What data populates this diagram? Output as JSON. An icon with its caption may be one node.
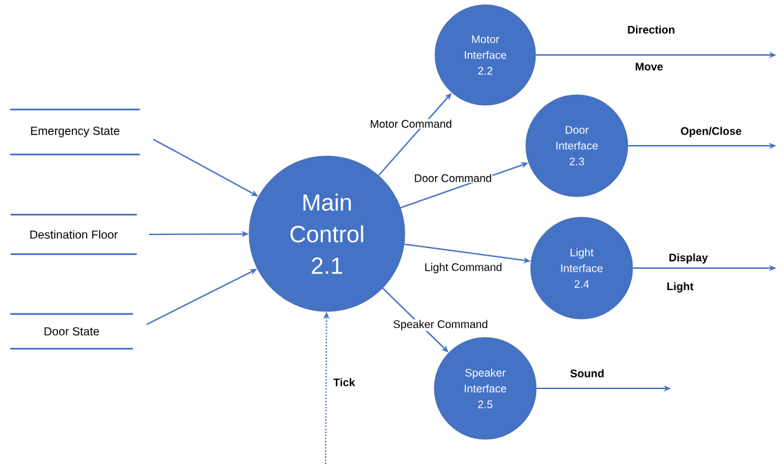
{
  "diagram": {
    "nodes": [
      {
        "text": [
          "Emergency State"
        ]
      },
      {
        "text": [
          "Destination Floor"
        ]
      },
      {
        "text": [
          "Door State"
        ]
      },
      {
        "text": [
          "Main Control",
          "2.1"
        ]
      },
      {
        "text": [
          "Motor Interface",
          "2.2"
        ]
      },
      {
        "text": [
          "Door Interface",
          "2.3"
        ]
      },
      {
        "text": [
          "Light Interface",
          "2.4"
        ]
      },
      {
        "text": [
          "Speaker Interface",
          "2.5"
        ]
      }
    ],
    "edges": [
      {
        "from": 0,
        "to": 3,
        "arrow": "to"
      },
      {
        "from": 1,
        "to": 3,
        "arrow": "to"
      },
      {
        "from": 2,
        "to": 3,
        "arrow": "to"
      },
      {
        "from": 3,
        "to": 4,
        "arrow": "to",
        "label": "Motor Command"
      },
      {
        "from": 3,
        "to": 5,
        "arrow": "to",
        "label": "Door Command"
      },
      {
        "from": 3,
        "to": 6,
        "arrow": "to",
        "label": "Light Command"
      },
      {
        "from": 3,
        "to": 7,
        "arrow": "to",
        "label": "Speaker Command"
      },
      {
        "from": null,
        "to": 3,
        "arrow": "to",
        "label": "Tick",
        "style": "dashed"
      },
      {
        "from": 4,
        "to": null,
        "arrow": "to",
        "label": "Direction"
      },
      {
        "from": 5,
        "to": null,
        "arrow": "to",
        "label": "Open/Close"
      },
      {
        "from": 6,
        "to": null,
        "arrow": "to",
        "label": "Display"
      },
      {
        "from": 7,
        "to": null,
        "arrow": "to",
        "label": "Sound"
      }
    ],
    "labels": [
      "Move",
      "Light"
    ]
  }
}
